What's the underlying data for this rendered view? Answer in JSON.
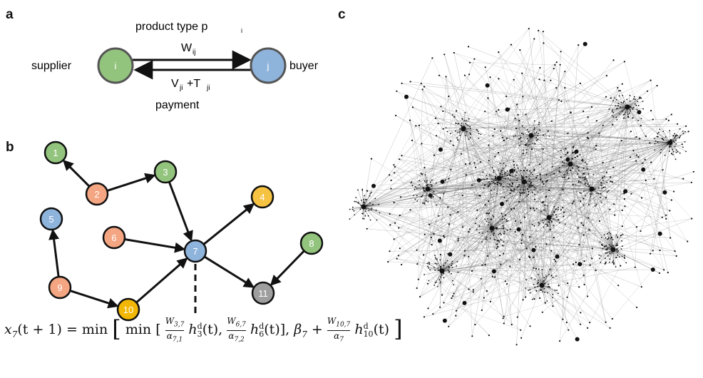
{
  "panels": {
    "a": "a",
    "b": "b",
    "c": "c"
  },
  "panel_a": {
    "product_type": "product type p",
    "product_sub": "i",
    "supplier_label": "supplier",
    "buyer_label": "buyer",
    "node_i": "i",
    "node_j": "j",
    "flow_top": "W",
    "flow_top_sub": "ij",
    "flow_bottom_v": "V",
    "flow_bottom_v_sub": "ji",
    "flow_bottom_plus": "+T",
    "flow_bottom_t_sub": "ji",
    "payment_label": "payment"
  },
  "panel_b": {
    "nodes": [
      {
        "id": "1",
        "color": "#93c47d"
      },
      {
        "id": "2",
        "color": "#f4a582"
      },
      {
        "id": "3",
        "color": "#93c47d"
      },
      {
        "id": "4",
        "color": "#f5c242"
      },
      {
        "id": "5",
        "color": "#8fb4dc"
      },
      {
        "id": "6",
        "color": "#f4a582"
      },
      {
        "id": "7",
        "color": "#8fb4dc"
      },
      {
        "id": "8",
        "color": "#93c47d"
      },
      {
        "id": "9",
        "color": "#f4a582"
      },
      {
        "id": "10",
        "color": "#f2b705"
      },
      {
        "id": "11",
        "color": "#9e9e9e"
      }
    ],
    "edges": [
      [
        "2",
        "1"
      ],
      [
        "2",
        "3"
      ],
      [
        "3",
        "7"
      ],
      [
        "6",
        "7"
      ],
      [
        "10",
        "7"
      ],
      [
        "9",
        "10"
      ],
      [
        "9",
        "5"
      ],
      [
        "7",
        "4"
      ],
      [
        "7",
        "11"
      ],
      [
        "8",
        "11"
      ]
    ]
  },
  "formula": {
    "lhs": "x",
    "lhs_sub": "7",
    "lhs_arg": "(t + 1) = min",
    "inner_min": "min",
    "frac1_num": "W",
    "frac1_num_sub": "3,7",
    "frac1_den": "α",
    "frac1_den_sub": "7,1",
    "h3": "h",
    "h3_sup": "d",
    "h3_sub": "3",
    "h3_arg": "(t),",
    "frac2_num": "W",
    "frac2_num_sub": "6,7",
    "frac2_den": "α",
    "frac2_den_sub": "7,2",
    "h6": "h",
    "h6_sup": "d",
    "h6_sub": "6",
    "h6_arg": "(t)",
    "beta": "β",
    "beta_sub": "7",
    "plus": "+",
    "frac3_num": "W",
    "frac3_num_sub": "10,7",
    "frac3_den": "α",
    "frac3_den_sub": "7",
    "h10": "h",
    "h10_sup": "d",
    "h10_sub": "10",
    "h10_arg": "(t)"
  },
  "colors": {
    "supplier": "#93c47d",
    "buyer": "#8fb4dc",
    "stroke": "#555555"
  }
}
